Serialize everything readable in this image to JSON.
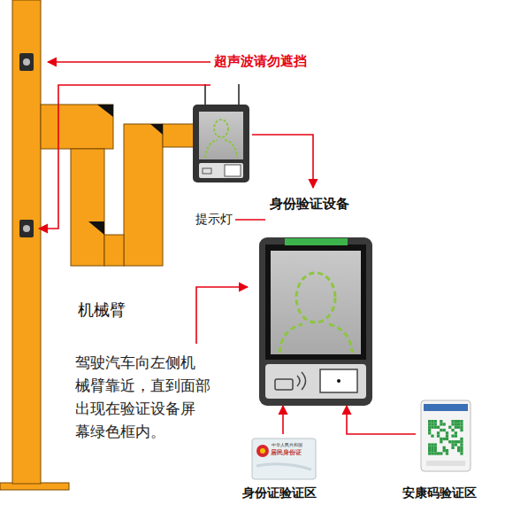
{
  "diagram": {
    "labels": [
      "超声波请勿遮挡",
      "身份验证设备",
      "提示灯",
      "机械臂",
      "驾驶汽车向左侧机 械臂靠近，直到面部 出现在验证设备屏 幕绿色框内。",
      "中华人民共和国",
      "居民身份证",
      "身份证验证区",
      "安康码验证区"
    ]
  }
}
